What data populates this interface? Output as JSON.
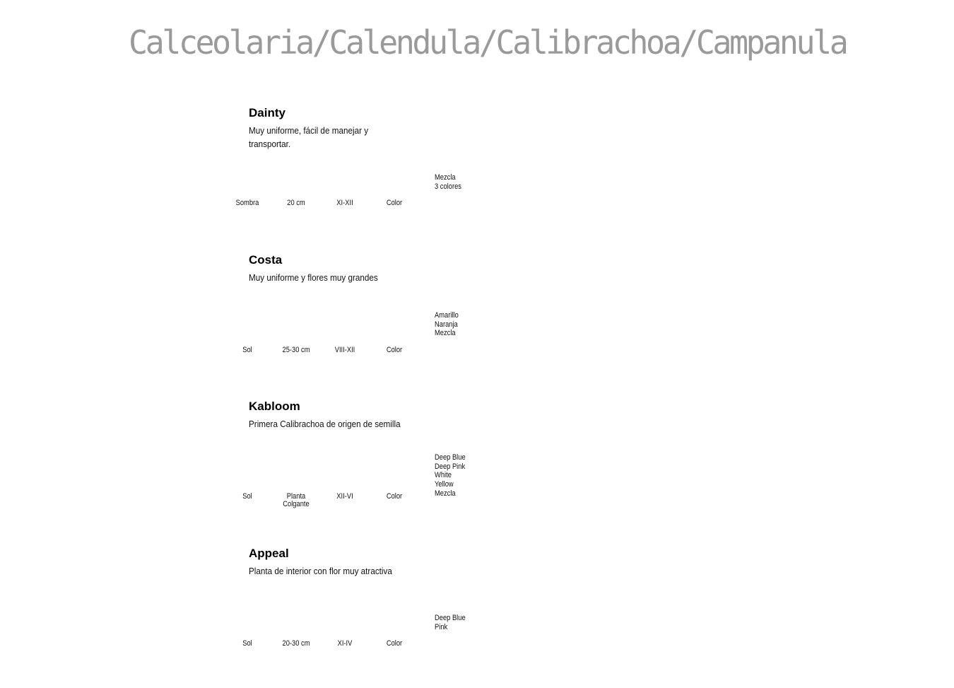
{
  "page": {
    "title": "Calceolaria/Calendula/Calibrachoa/Campanula",
    "title_color": "#9a9a9a"
  },
  "varieties": [
    {
      "name": "Dainty",
      "description": "Muy uniforme, fácil de manejar y transportar.",
      "light": "Sombra",
      "height": "20 cm",
      "height_line2": "",
      "period": "XI-XII",
      "color_label": "Color",
      "colors": [
        "Mezcla",
        "3 colores"
      ]
    },
    {
      "name": "Costa",
      "description": "Muy uniforme y flores muy grandes",
      "light": "Sol",
      "height": "25-30 cm",
      "height_line2": "",
      "period": "VIII-XII",
      "color_label": "Color",
      "colors": [
        "Amarillo",
        "Naranja",
        "Mezcla"
      ]
    },
    {
      "name": "Kabloom",
      "description": "Primera Calibrachoa de origen de semilla",
      "light": "Sol",
      "height": "Planta",
      "height_line2": "Colgante",
      "period": "XII-VI",
      "color_label": "Color",
      "colors": [
        "Deep Blue",
        "Deep Pink",
        "White",
        "Yellow",
        "Mezcla"
      ]
    },
    {
      "name": "Appeal",
      "description": "Planta de interior con flor muy atractiva",
      "light": "Sol",
      "height": "20-30 cm",
      "height_line2": "",
      "period": "XI-IV",
      "color_label": "Color",
      "colors": [
        "Deep Blue",
        "Pink"
      ]
    }
  ]
}
